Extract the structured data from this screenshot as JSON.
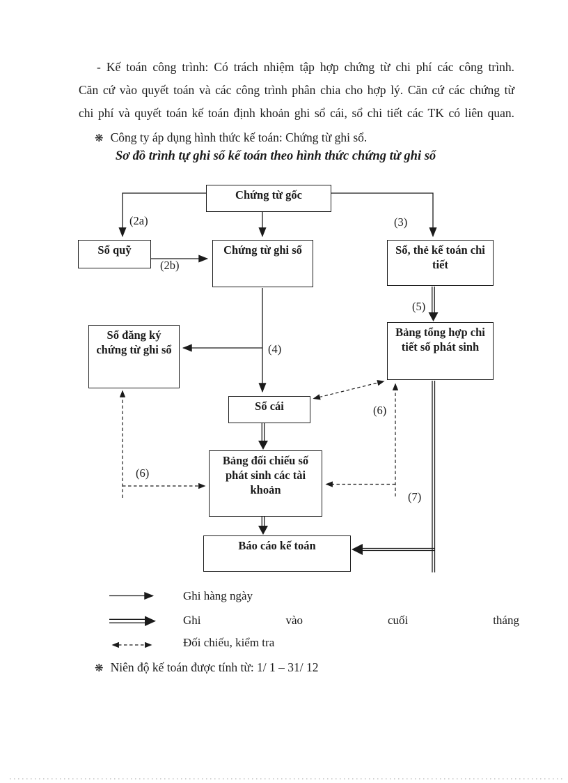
{
  "document": {
    "bullet_symbol": "❋",
    "paragraph": {
      "lines": [
        "- Kế toán công trình: Có trách nhiệm tập hợp chứng từ chi phí các công trình.",
        "Căn cứ vào quyết toán và các công trình phân chia cho hợp lý. Căn cứ các chứng từ",
        "chi phí và quyết toán kế toán định khoản ghi sổ cái, sổ chi tiết các TK có liên quan."
      ]
    },
    "accounting_form_note": "Công ty áp dụng hình thức kế toán: Chứng từ ghi sổ.",
    "diagram_title": "Sơ đồ trình tự ghi sổ kế toán theo hình thức chứng từ ghi sổ",
    "fiscal_year_note": "Niên độ kế toán được tính từ: 1/ 1 – 31/ 12"
  },
  "diagram": {
    "nodes": {
      "source_documents": "Chứng từ gốc",
      "cash_book": "Sổ quỹ",
      "journal_voucher": "Chứng từ ghi sổ",
      "detail_books": "Sổ, thẻ kế toán chi tiết",
      "voucher_register": "Sổ đăng ký chứng từ ghi sổ",
      "detail_summary": "Bảng tổng hợp chi tiết số phát sinh",
      "general_ledger": "Sổ cái",
      "trial_balance": "Bảng đối chiếu số phát sinh các tài khoản",
      "reports": "Báo cáo kế toán"
    },
    "step_labels": {
      "s2a": "(2a)",
      "s2b": "(2b)",
      "s3": "(3)",
      "s4": "(4)",
      "s5": "(5)",
      "s6_left": "(6)",
      "s6_right": "(6)",
      "s7": "(7)"
    }
  },
  "legend": {
    "daily": "Ghi hàng ngày",
    "monthly_words": [
      "Ghi",
      "vào",
      "cuối",
      "tháng"
    ],
    "reconcile": "Đối chiếu, kiểm tra"
  },
  "colors": {
    "ink": "#1b1b1b"
  }
}
